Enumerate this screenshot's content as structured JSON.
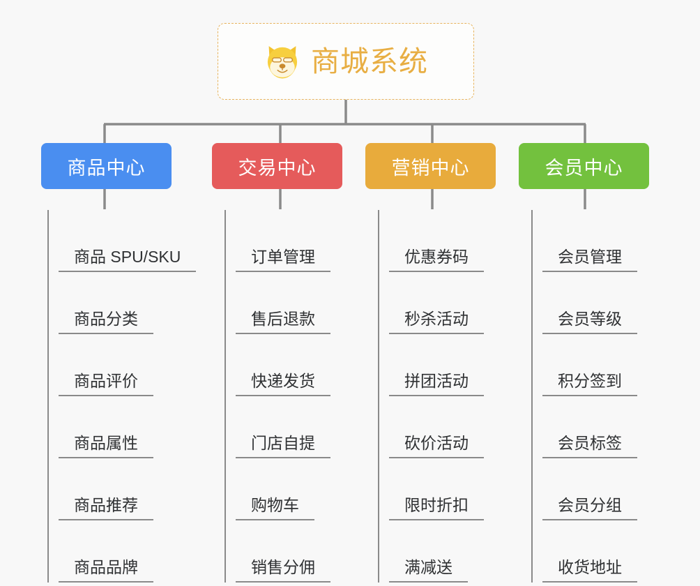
{
  "meta": {
    "background_color": "#f8f8f8",
    "connector_color": "#8a8a8a",
    "leaf_text_color": "#2f3133"
  },
  "root": {
    "title": "商城系统",
    "icon": "dog-face-icon",
    "text_color": "#e8ae43",
    "border_color": "#e7b35c",
    "background_color": "#fdfdfc"
  },
  "branches": [
    {
      "label": "商品中心",
      "color": "#4a8ef0",
      "items": [
        "商品 SPU/SKU",
        "商品分类",
        "商品评价",
        "商品属性",
        "商品推荐",
        "商品品牌"
      ]
    },
    {
      "label": "交易中心",
      "color": "#e55b5b",
      "items": [
        "订单管理",
        "售后退款",
        "快递发货",
        "门店自提",
        "购物车",
        "销售分佣"
      ]
    },
    {
      "label": "营销中心",
      "color": "#e8ab3c",
      "items": [
        "优惠券码",
        "秒杀活动",
        "拼团活动",
        "砍价活动",
        "限时折扣",
        "满减送"
      ]
    },
    {
      "label": "会员中心",
      "color": "#73c13e",
      "items": [
        "会员管理",
        "会员等级",
        "积分签到",
        "会员标签",
        "会员分组",
        "收货地址"
      ]
    }
  ]
}
